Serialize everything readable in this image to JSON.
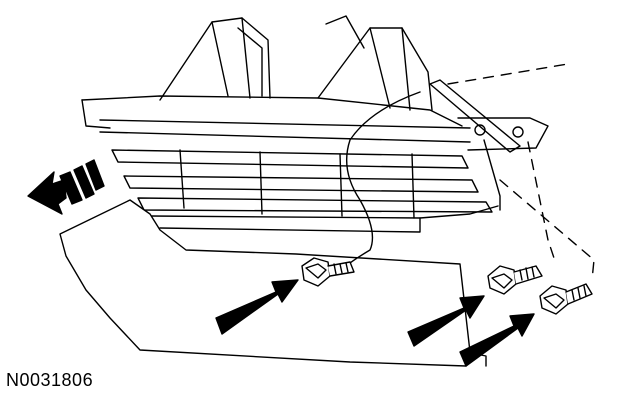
{
  "figure": {
    "reference_number": "N0031806",
    "line_color": "#000000",
    "fill_color": "#ffffff",
    "arrow_color": "#000000",
    "parts": [
      "grille-bracket-assembly",
      "lower-splash-shield",
      "fastener-bolt",
      "removal-direction-arrow",
      "fastener-pointer-arrow"
    ]
  }
}
